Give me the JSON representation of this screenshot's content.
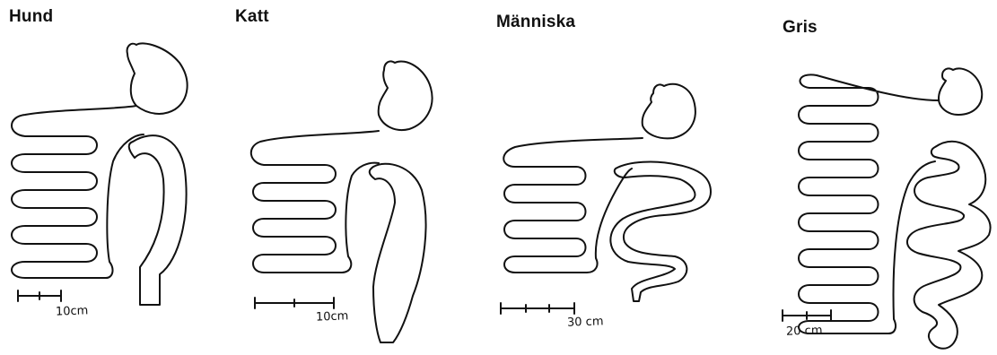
{
  "panels": [
    {
      "title": "Hund",
      "scale_label": "10cm"
    },
    {
      "title": "Katt",
      "scale_label": "10cm"
    },
    {
      "title": "Människa",
      "scale_label": "30 cm"
    },
    {
      "title": "Gris",
      "scale_label": "20 cm"
    }
  ],
  "colors": {
    "ink": "#111111",
    "background": "#ffffff"
  }
}
